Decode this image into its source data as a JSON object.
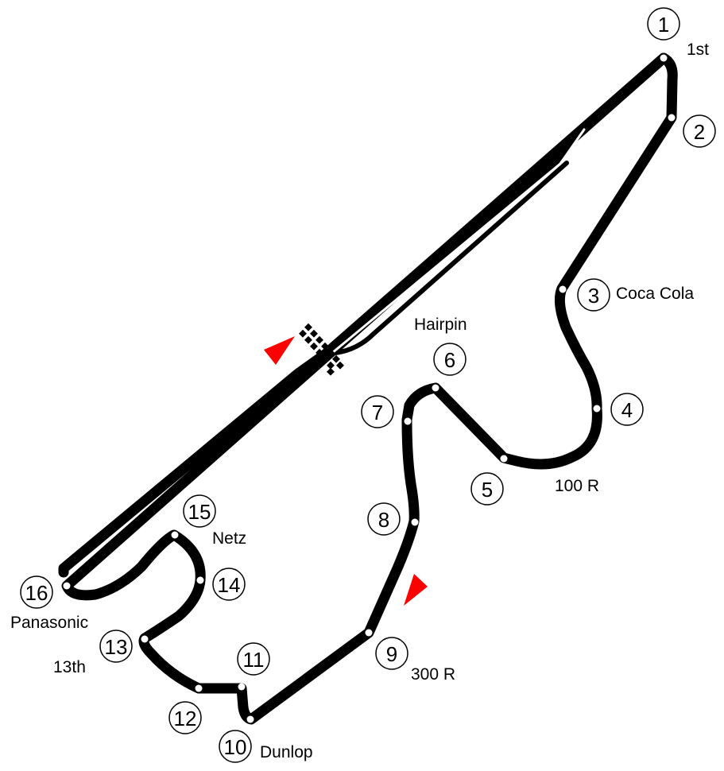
{
  "map": {
    "type": "race-circuit-layout",
    "track_color": "#000000",
    "marker_color": "#ff0000",
    "corners": [
      {
        "n": "1",
        "name": "1st"
      },
      {
        "n": "2",
        "name": ""
      },
      {
        "n": "3",
        "name": "Coca Cola"
      },
      {
        "n": "4",
        "name": ""
      },
      {
        "n": "5",
        "name": ""
      },
      {
        "n": "6",
        "name": "Hairpin"
      },
      {
        "n": "7",
        "name": ""
      },
      {
        "n": "8",
        "name": ""
      },
      {
        "n": "9",
        "name": "300 R"
      },
      {
        "n": "10",
        "name": "Dunlop"
      },
      {
        "n": "11",
        "name": ""
      },
      {
        "n": "12",
        "name": ""
      },
      {
        "n": "13",
        "name": "13th"
      },
      {
        "n": "14",
        "name": ""
      },
      {
        "n": "15",
        "name": "Netz"
      },
      {
        "n": "16",
        "name": "Panasonic"
      }
    ],
    "extra_labels": {
      "100r": "100 R"
    },
    "features": [
      "start-finish-line",
      "direction-arrow",
      "direction-arrow"
    ]
  }
}
